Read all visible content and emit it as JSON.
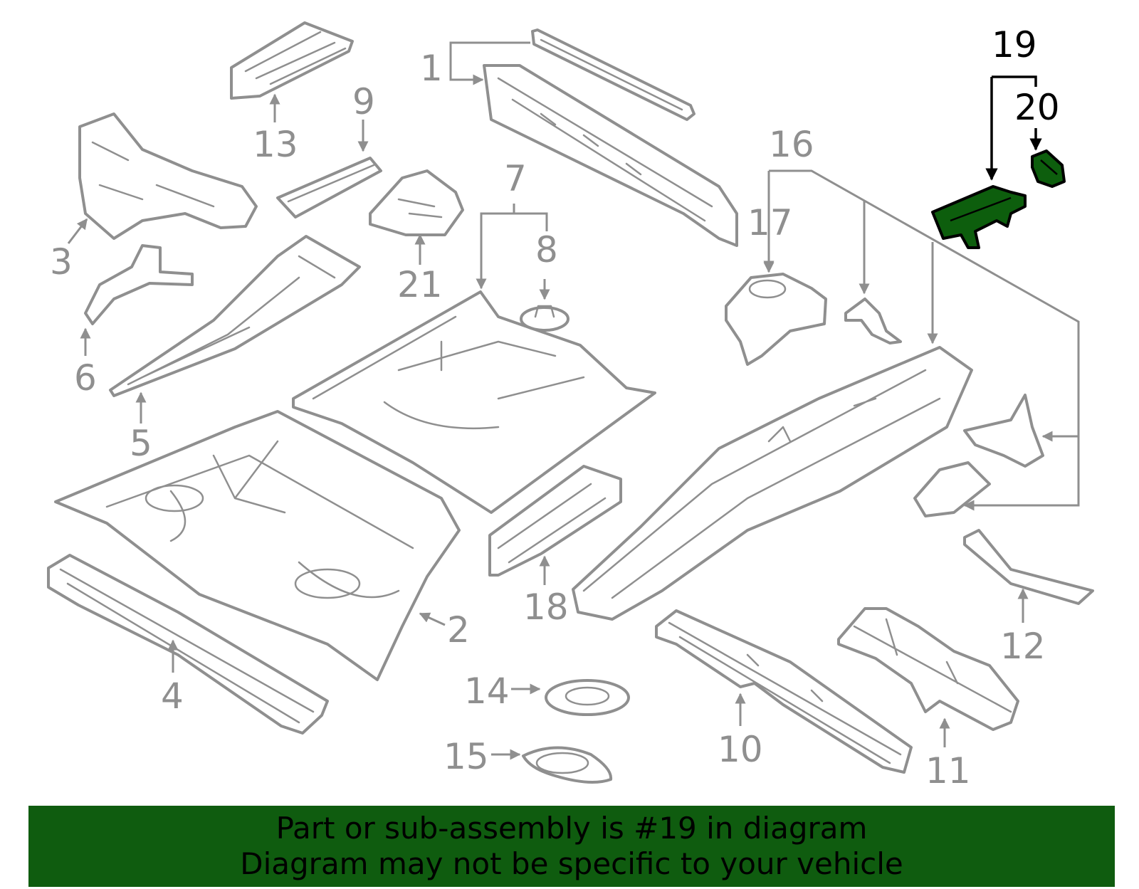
{
  "diagram": {
    "highlight_color": "#0d5e0d",
    "part_color": "#8f8f8f",
    "callouts": [
      "1",
      "2",
      "3",
      "4",
      "5",
      "6",
      "7",
      "8",
      "9",
      "10",
      "11",
      "12",
      "13",
      "14",
      "15",
      "16",
      "17",
      "18",
      "19",
      "20",
      "21"
    ],
    "highlighted_callouts": [
      "19",
      "20"
    ]
  },
  "banner": {
    "line1": "Part or sub-assembly is #19 in diagram",
    "line2": "Diagram may not be specific to your vehicle",
    "background": "#0f5c0f"
  }
}
